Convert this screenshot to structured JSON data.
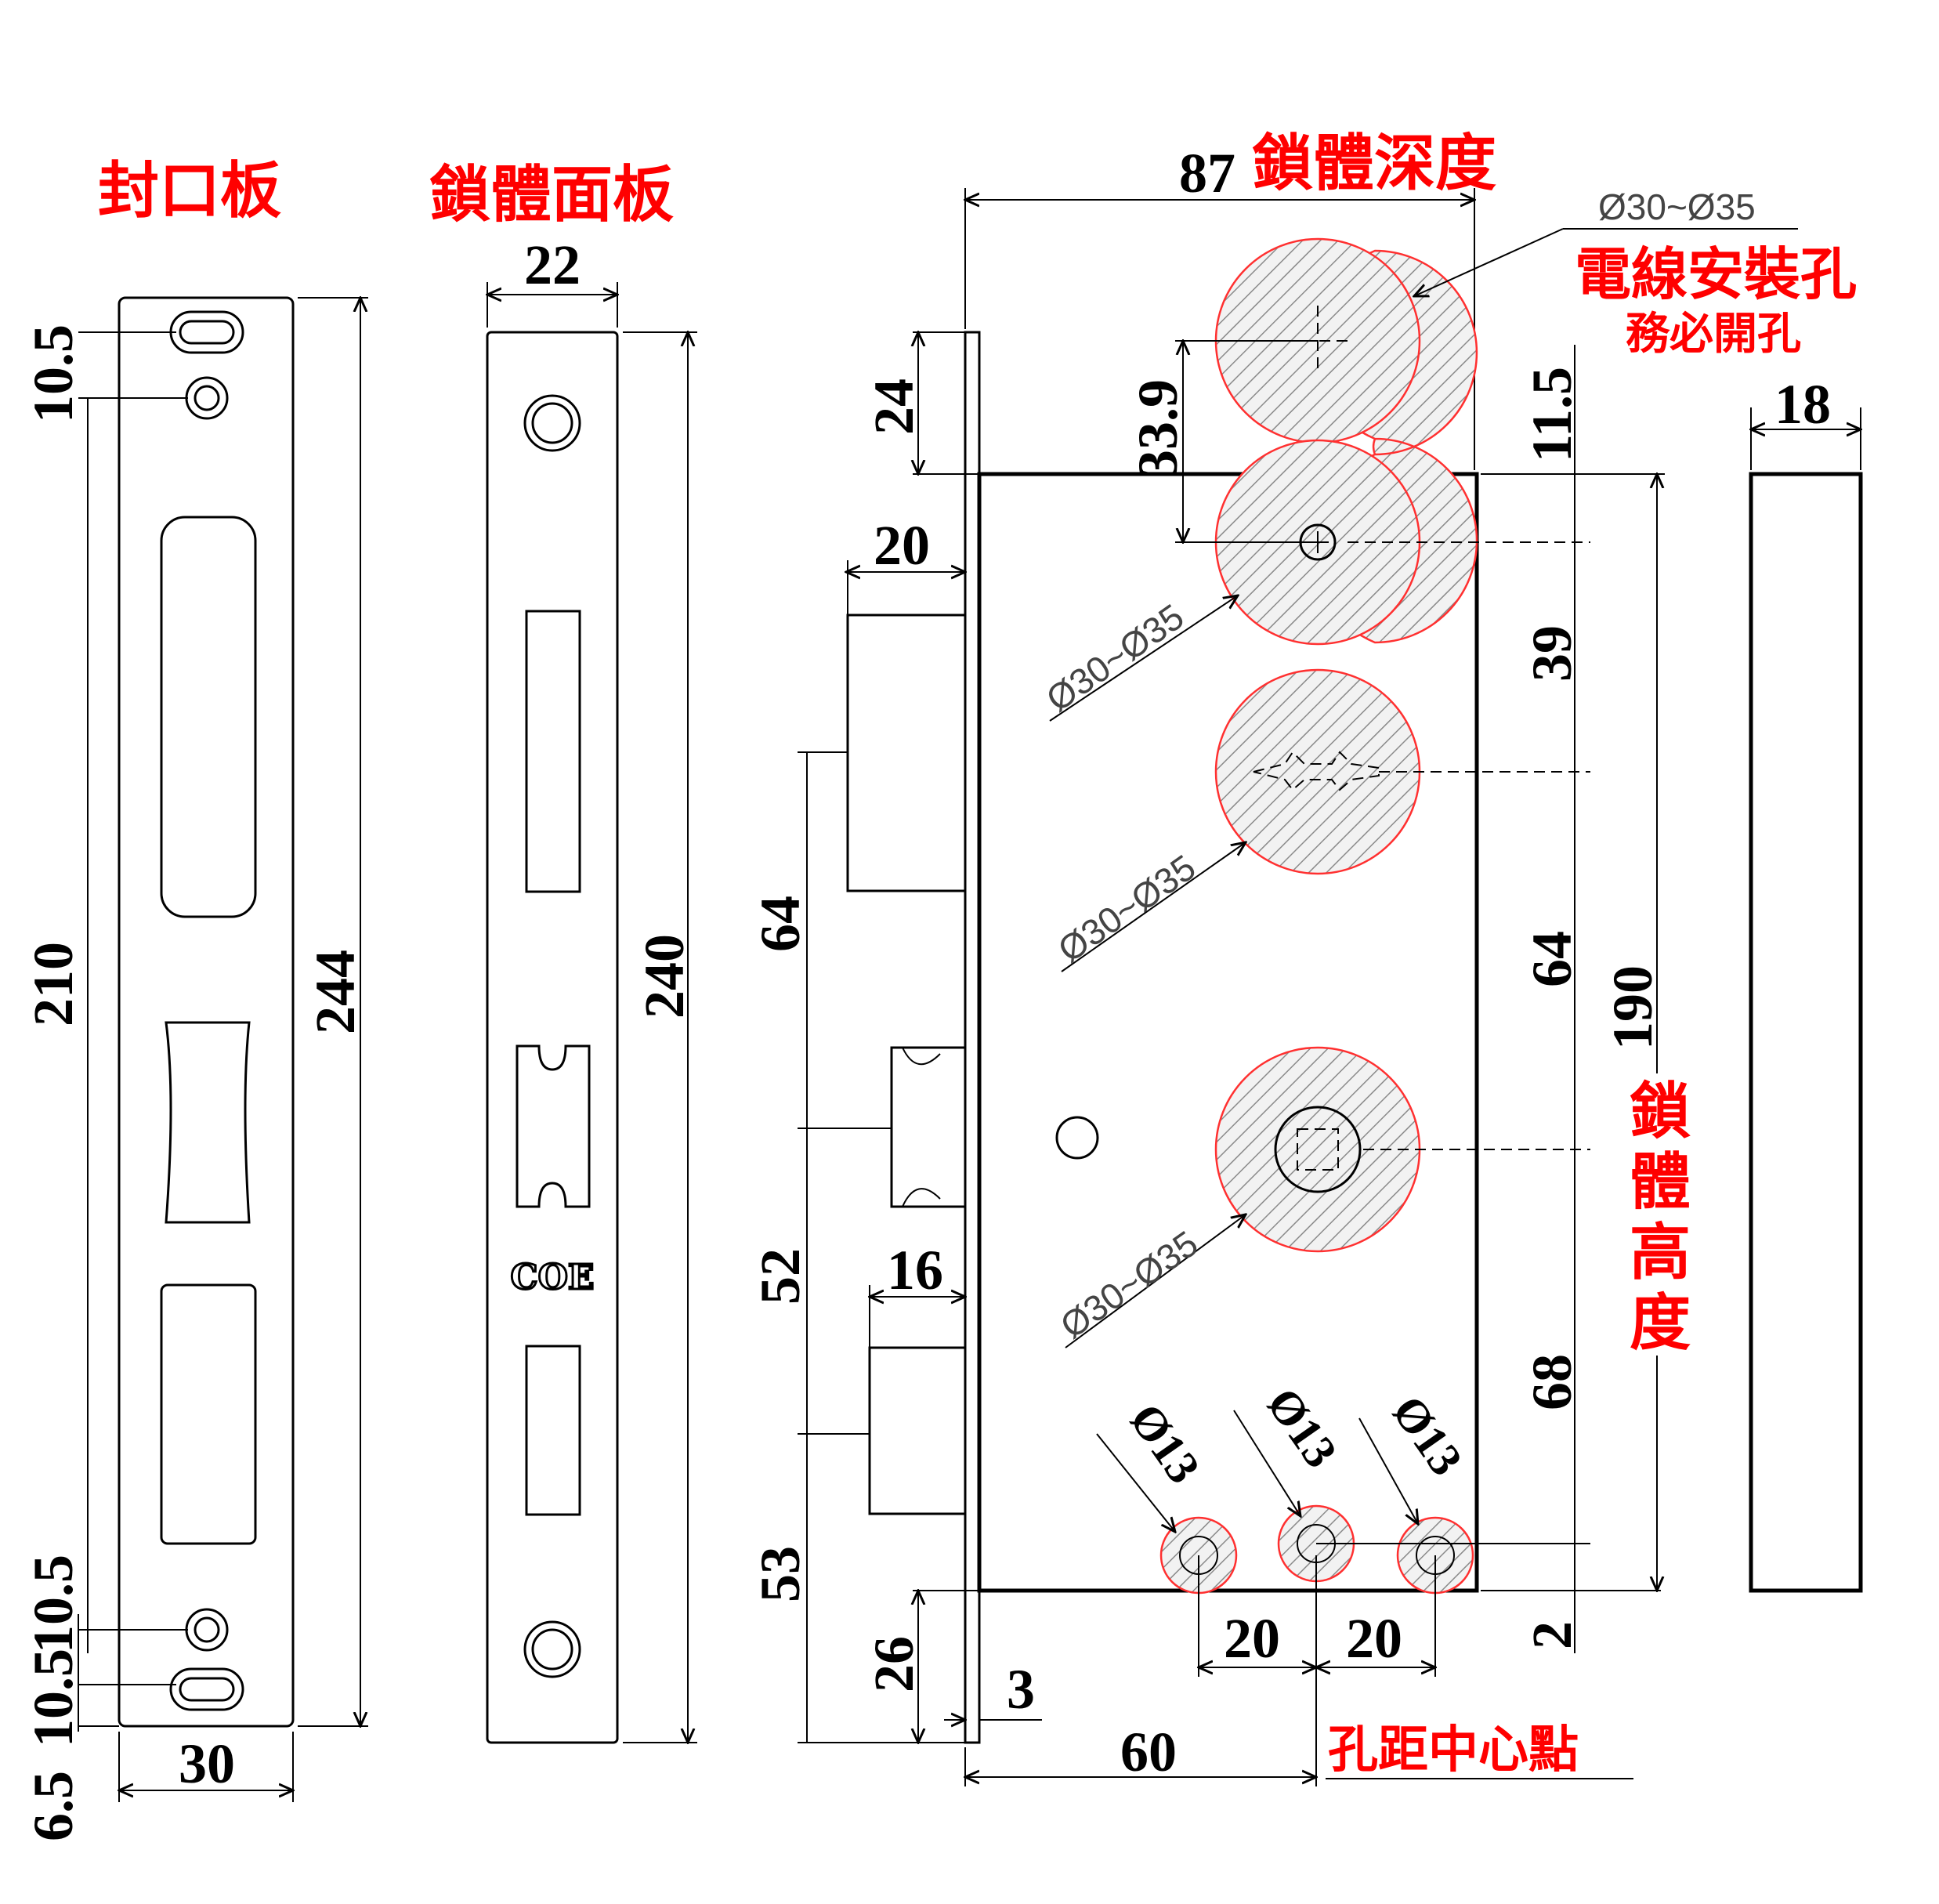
{
  "labels": {
    "sealing_plate": "封口板",
    "faceplate": "鎖體面板",
    "body_depth": "鎖體深度",
    "wire_hole": "電線安裝孔",
    "must_open": "務必開孔",
    "body_height_chars": [
      "鎖",
      "體",
      "高",
      "度"
    ],
    "hole_center": "孔距中心點",
    "brand": "COE"
  },
  "sealing_plate_dims": {
    "top_10_5": "10.5",
    "bottom_10_5_a": "10.5",
    "bottom_10_5_b": "10.5",
    "bottom_6_5": "6.5",
    "height_210": "210",
    "height_244": "244",
    "width_30": "30"
  },
  "faceplate_dims": {
    "width_22": "22",
    "height_240": "240"
  },
  "body_dims": {
    "depth_87": "87",
    "top_24": "24",
    "d_33_9": "33.9",
    "latch_20": "20",
    "span_64_left": "64",
    "span_52": "52",
    "deadbolt_16": "16",
    "span_53": "53",
    "bottom_26": "26",
    "thick_3": "3",
    "base_60": "60",
    "spacing_20_a": "20",
    "spacing_20_b": "20",
    "right_11_5": "11.5",
    "right_39": "39",
    "right_64": "64",
    "right_68": "68",
    "right_2": "2",
    "height_190": "190",
    "cover_18": "18"
  },
  "hole_labels": {
    "wire_hole_dia": "Ø30~Ø35",
    "dia_1": "Ø30~Ø35",
    "dia_2": "Ø30~Ø35",
    "dia_3": "Ø30~Ø35",
    "small_1": "Ø13",
    "small_2": "Ø13",
    "small_3": "Ø13"
  }
}
